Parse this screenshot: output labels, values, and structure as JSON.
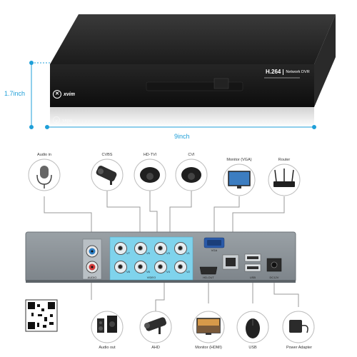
{
  "product": {
    "brand": "xvim",
    "badge_codec": "H.264",
    "badge_type": "Network DVR",
    "reflection_brand": "xvim"
  },
  "dimensions": {
    "height": "1.7inch",
    "width": "9inch"
  },
  "devices": {
    "audio_in": "Audio in",
    "cvbs": "CVBS",
    "hd_tvi": "HD-TVI",
    "cvi": "CVI",
    "monitor_vga": "Monitor (VGA)",
    "router": "Router",
    "audio_out": "Audio out",
    "ahd": "AHD",
    "monitor_hdmi": "Monitor (HDMI)",
    "usb": "USB",
    "power_adapter": "Power Adapter"
  },
  "rear_panel": {
    "audio_label": "AUDIO",
    "video_label": "VIDEO",
    "vga_label": "VGA",
    "hdmi_label": "HD-OUT",
    "usb_label": "USB",
    "dc_label": "DC12V",
    "bnc_labels": [
      "V7",
      "V5",
      "V3",
      "V1",
      "V8",
      "V6",
      "V4",
      "V2"
    ]
  },
  "colors": {
    "accent": "#1f9fd8",
    "dvr_body": "#1a1a1a",
    "video_panel": "#7fd3ec",
    "rear_panel": "#8e959a"
  }
}
